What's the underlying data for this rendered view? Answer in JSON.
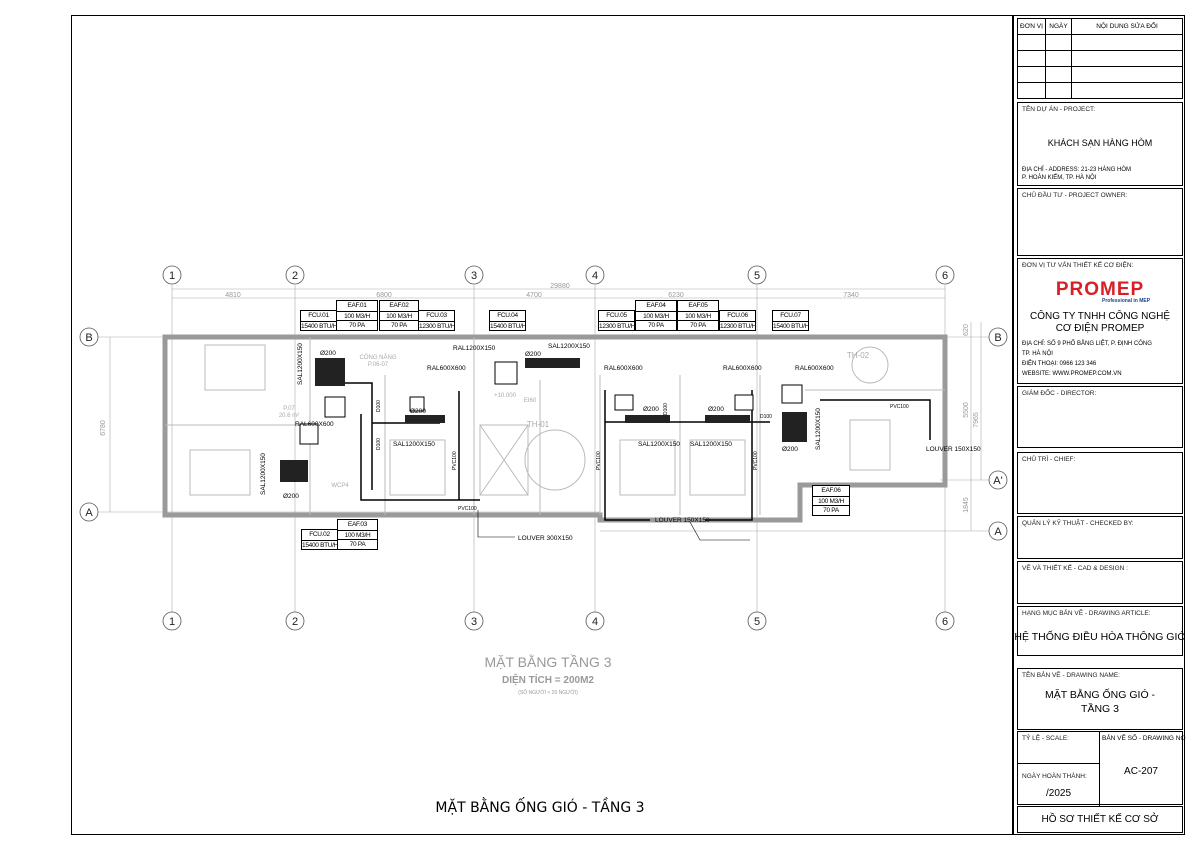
{
  "drawing": {
    "grid_columns": [
      "1",
      "2",
      "3",
      "4",
      "5",
      "6"
    ],
    "grid_rows_right": [
      "B",
      "A'",
      "A"
    ],
    "grid_rows_left": [
      "B",
      "A"
    ],
    "dims_top": [
      "4810",
      "6800",
      "4700",
      "6230",
      "7340"
    ],
    "dim_total": "29880",
    "dim_left": "6780",
    "dims_right": [
      "620",
      "5500",
      "7965",
      "1845"
    ],
    "equipment": [
      {
        "rows": [
          "FCU.01",
          "15400 BTU/H"
        ]
      },
      {
        "rows": [
          "EAF.01",
          "100 M3/H",
          "70 PA"
        ]
      },
      {
        "rows": [
          "EAF.02",
          "100 M3/H",
          "70 PA"
        ]
      },
      {
        "rows": [
          "FCU.03",
          "12300 BTU/H"
        ]
      },
      {
        "rows": [
          "FCU.04",
          "15400 BTU/H"
        ]
      },
      {
        "rows": [
          "FCU.05",
          "12300 BTU/H"
        ]
      },
      {
        "rows": [
          "EAF.04",
          "100 M3/H",
          "70 PA"
        ]
      },
      {
        "rows": [
          "EAF.05",
          "100 M3/H",
          "70 PA"
        ]
      },
      {
        "rows": [
          "FCU.06",
          "12300 BTU/H"
        ]
      },
      {
        "rows": [
          "FCU.07",
          "15400 BTU/H"
        ]
      },
      {
        "rows": [
          "FCU.02",
          "15400 BTU/H"
        ]
      },
      {
        "rows": [
          "EAF.03",
          "100 M3/H",
          "70 PA"
        ]
      },
      {
        "rows": [
          "EAF.06",
          "100 M3/H",
          "70 PA"
        ]
      }
    ],
    "labels": {
      "ral1200": "RAL1200X150",
      "sal1200_top": "SAL1200X150",
      "ral600_a": "RAL600X600",
      "ral600_b": "RAL600X600",
      "sal1200_a": "SAL1200X150",
      "sal1200_v1": "SAL1200X150",
      "sal1200_v2": "SAL1200X150",
      "ral600_c": "RAL600X600",
      "ral600_d": "RAL600X600",
      "ral600_e": "RAL600X600",
      "sal1200_b": "SAL1200X150",
      "sal1200_c": "SAL1200X150",
      "sal1200_v3": "SAL1200X150",
      "louver_300": "LOUVER 300X150",
      "louver_150a": "LOUVER 150X150",
      "louver_150b": "LOUVER 150X150",
      "cong_nang": "CÔNG NĂNG",
      "cong_nang_sub": "P.06-07",
      "th01": "TH-01",
      "th02": "TH-02",
      "p07": "P.07",
      "p07_area": "20.6 m²",
      "wc": "WCP4",
      "level": "+10.000",
      "d200_a": "Ø200",
      "d200_b": "Ø200",
      "d200_c": "Ø200",
      "d200_d": "Ø200",
      "d200_e": "Ø200",
      "d200_f": "Ø200",
      "d200_g": "Ø200",
      "d100_a": "D100",
      "d100_b": "D100",
      "d100_c": "D100",
      "d100_d": "D100",
      "pvc_a": "PVC100",
      "pvc_b": "PVC100",
      "pvc_c": "PVC100",
      "pvc_d": "PVC100",
      "pvc_e": "PVC100",
      "e60": "EI60"
    },
    "caption_title": "MẶT BẰNG TẦNG 3",
    "caption_area": "DIỆN TÍCH = 200M2",
    "caption_people": "(SỐ NGƯỜI < 20 NGƯỜI)",
    "sheet_title": "MẶT BẰNG ỐNG GIÓ - TẦNG 3"
  },
  "title_block": {
    "rev_headers": [
      "ĐƠN VỊ",
      "NGÀY",
      "NỘI DUNG SỬA ĐỔI"
    ],
    "project_label": "TÊN DỰ ÁN - PROJECT:",
    "project_name": "KHÁCH SẠN HÀNG HÒM",
    "address_1": "ĐỊA CHỈ - ADDRESS: 21-23 HÀNG HÒM",
    "address_2": "P. HOÀN KIẾM, TP. HÀ NỘI",
    "owner_label": "CHỦ ĐẦU TƯ - PROJECT OWNER:",
    "consultant_label": "ĐƠN VỊ TƯ VẤN THIẾT KẾ CƠ ĐIỆN:",
    "logo_text": "PROMEP",
    "logo_sub": "Professional in MEP",
    "company_1": "CÔNG TY TNHH CÔNG NGHỆ",
    "company_2": "CƠ ĐIỆN PROMEP",
    "company_addr_1": "ĐỊA CHỈ: SỐ 9 PHỐ BẰNG LIỆT, P. ĐỊNH CÔNG",
    "company_addr_2": "TP. HÀ NỘI",
    "phone": "ĐIỆN THOẠI: 0966 123 346",
    "website": "WEBSITE: WWW.PROMEP.COM.VN",
    "director": "GIÁM ĐỐC - DIRECTOR:",
    "chief": "CHỦ TRÌ - CHIEF:",
    "checked": "QUẢN LÝ KỸ THUẬT - CHECKED BY:",
    "cad": "VẼ VÀ THIẾT KẾ - CAD & DESIGN :",
    "article_label": "HẠNG MỤC BẢN VẼ - DRAWING ARTICLE:",
    "article": "HỆ THỐNG ĐIỀU HÒA THÔNG GIÓ",
    "name_label": "TÊN BẢN VẼ - DRAWING NAME:",
    "name_1": "MẶT BẰNG ỐNG GIÓ -",
    "name_2": "TẦNG 3",
    "scale_label": "TỶ LỆ - SCALE:",
    "drawing_no_label": "BẢN VẼ SỐ - DRAWING NO",
    "drawing_no": "AC-207",
    "date_label": "NGÀY HOÀN THÀNH:",
    "date": "/2025",
    "stage": "HỒ SƠ THIẾT KẾ CƠ SỞ",
    "accent": "#d81f26"
  }
}
